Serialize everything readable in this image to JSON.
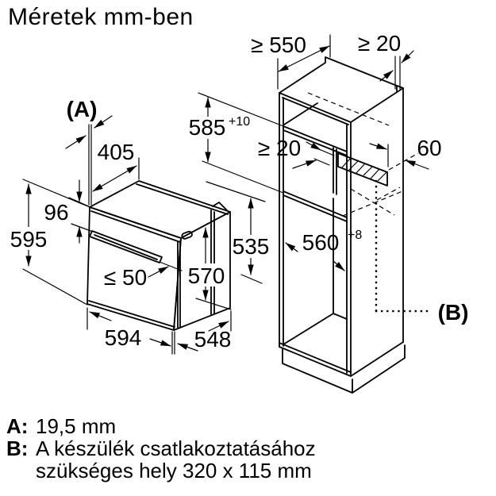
{
  "title": "Méretek mm-ben",
  "oven": {
    "label": "(A)",
    "dims": {
      "top_depth": "405",
      "panel_height": "96",
      "total_height": "595",
      "handle_clearance": "≤ 50",
      "front_height": "570",
      "rear_height": "535",
      "width": "594",
      "depth": "548"
    }
  },
  "cabinet": {
    "label": "(B)",
    "dims": {
      "worktop_depth": "≥ 550",
      "rear_top_gap": "≥ 20",
      "niche_height": {
        "base": "585",
        "sup": "+10"
      },
      "vent_gap": "≥ 20",
      "rear_offset": "60",
      "niche_width": {
        "base": "560",
        "sup": "+8"
      }
    }
  },
  "notes": {
    "a_label": "A:",
    "a_text": "19,5 mm",
    "b_label": "B:",
    "b_text": "A készülék csatlakoztatásához szükséges hely 320 x 115 mm"
  }
}
